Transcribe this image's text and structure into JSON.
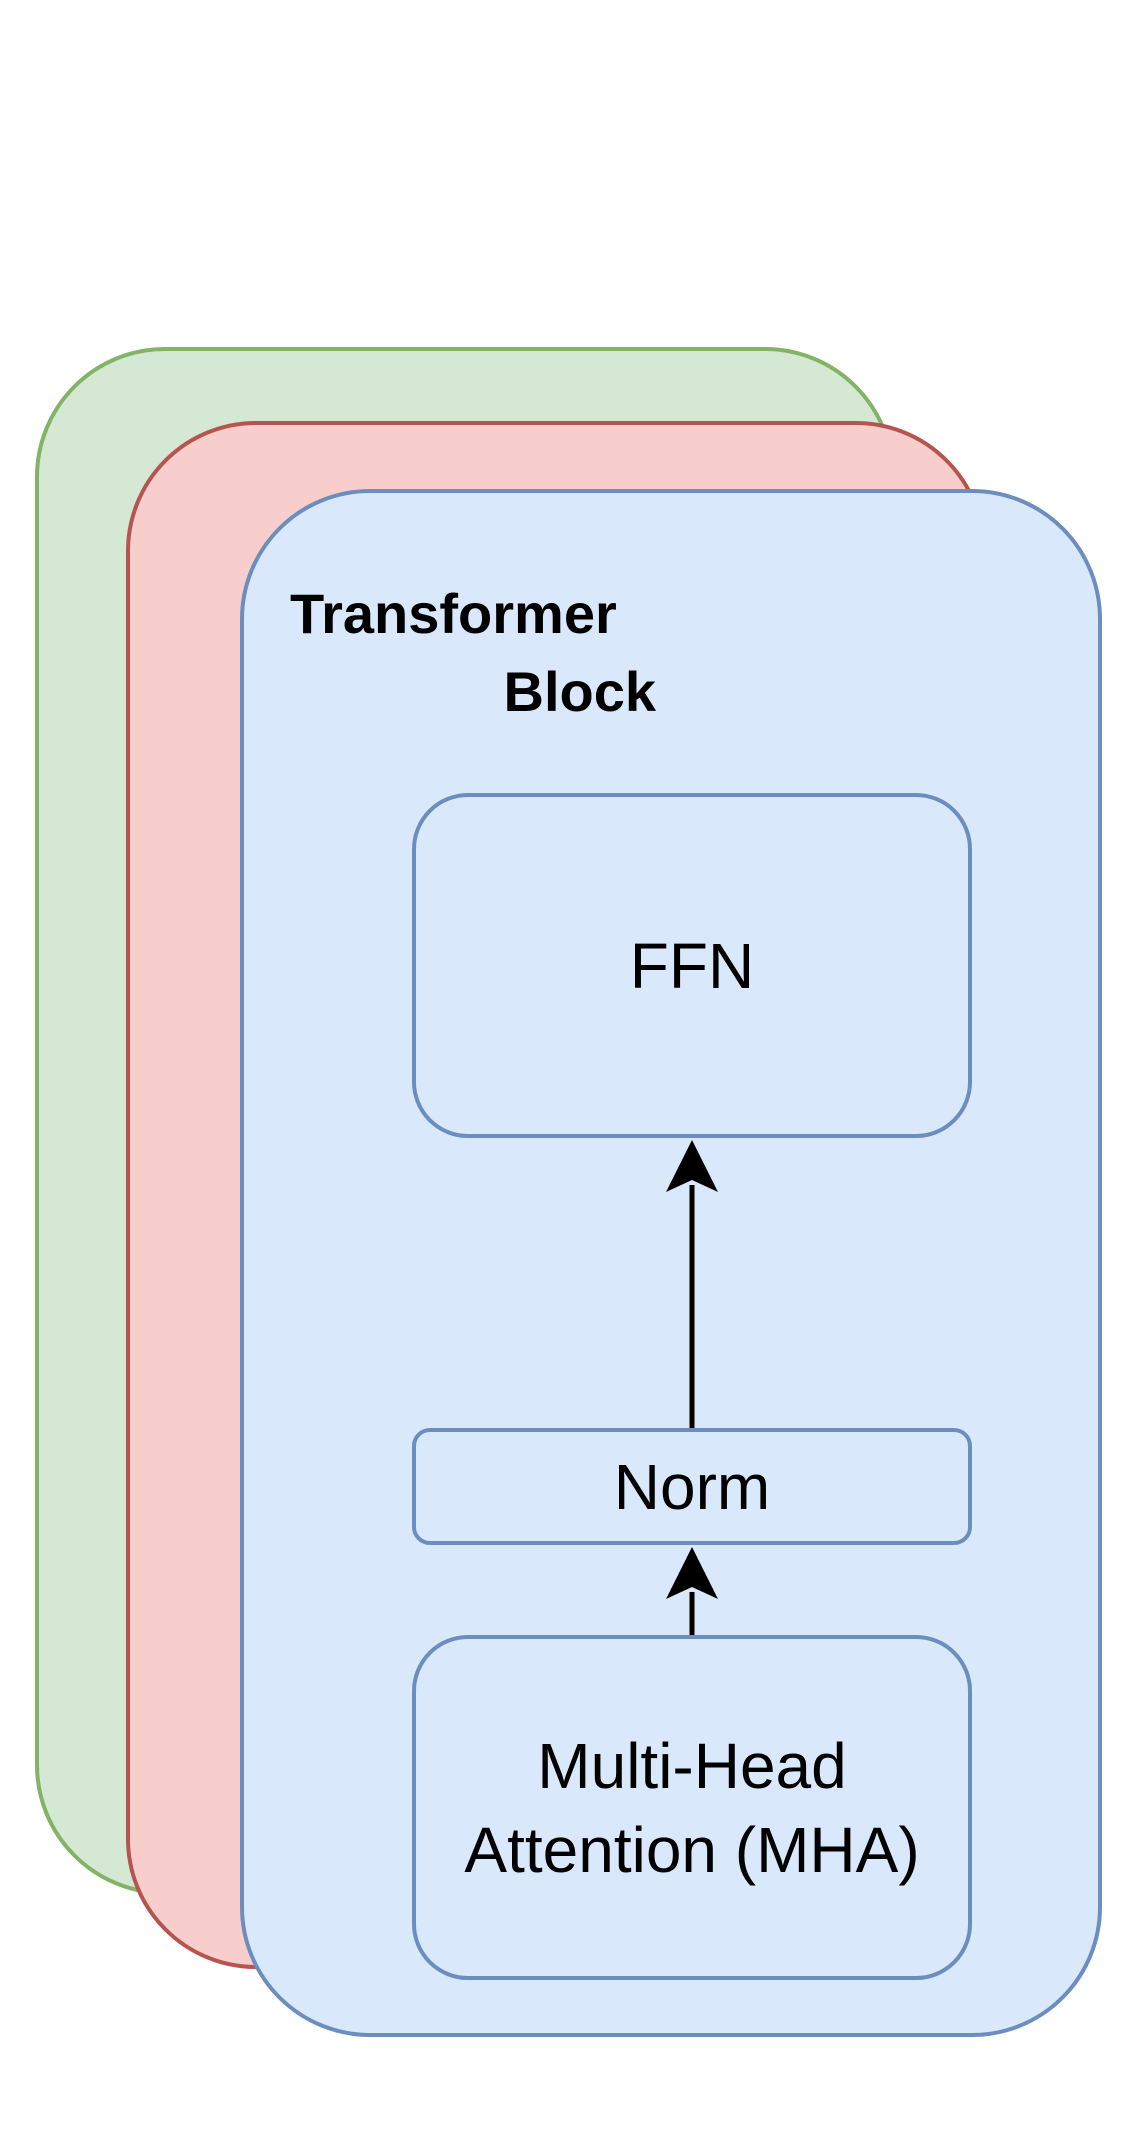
{
  "colors": {
    "green_fill": "#d5e8d4",
    "green_stroke": "#82b366",
    "red_fill": "#f8cecc",
    "red_stroke": "#b85450",
    "blue_fill": "#dae8fc",
    "blue_stroke": "#6c8ebf",
    "arrow": "#000000"
  },
  "block": {
    "title_line1": "Transformer",
    "title_line2": "Block"
  },
  "boxes": {
    "ffn": "FFN",
    "norm": "Norm",
    "mha": "Multi-Head\nAttention (MHA)"
  }
}
